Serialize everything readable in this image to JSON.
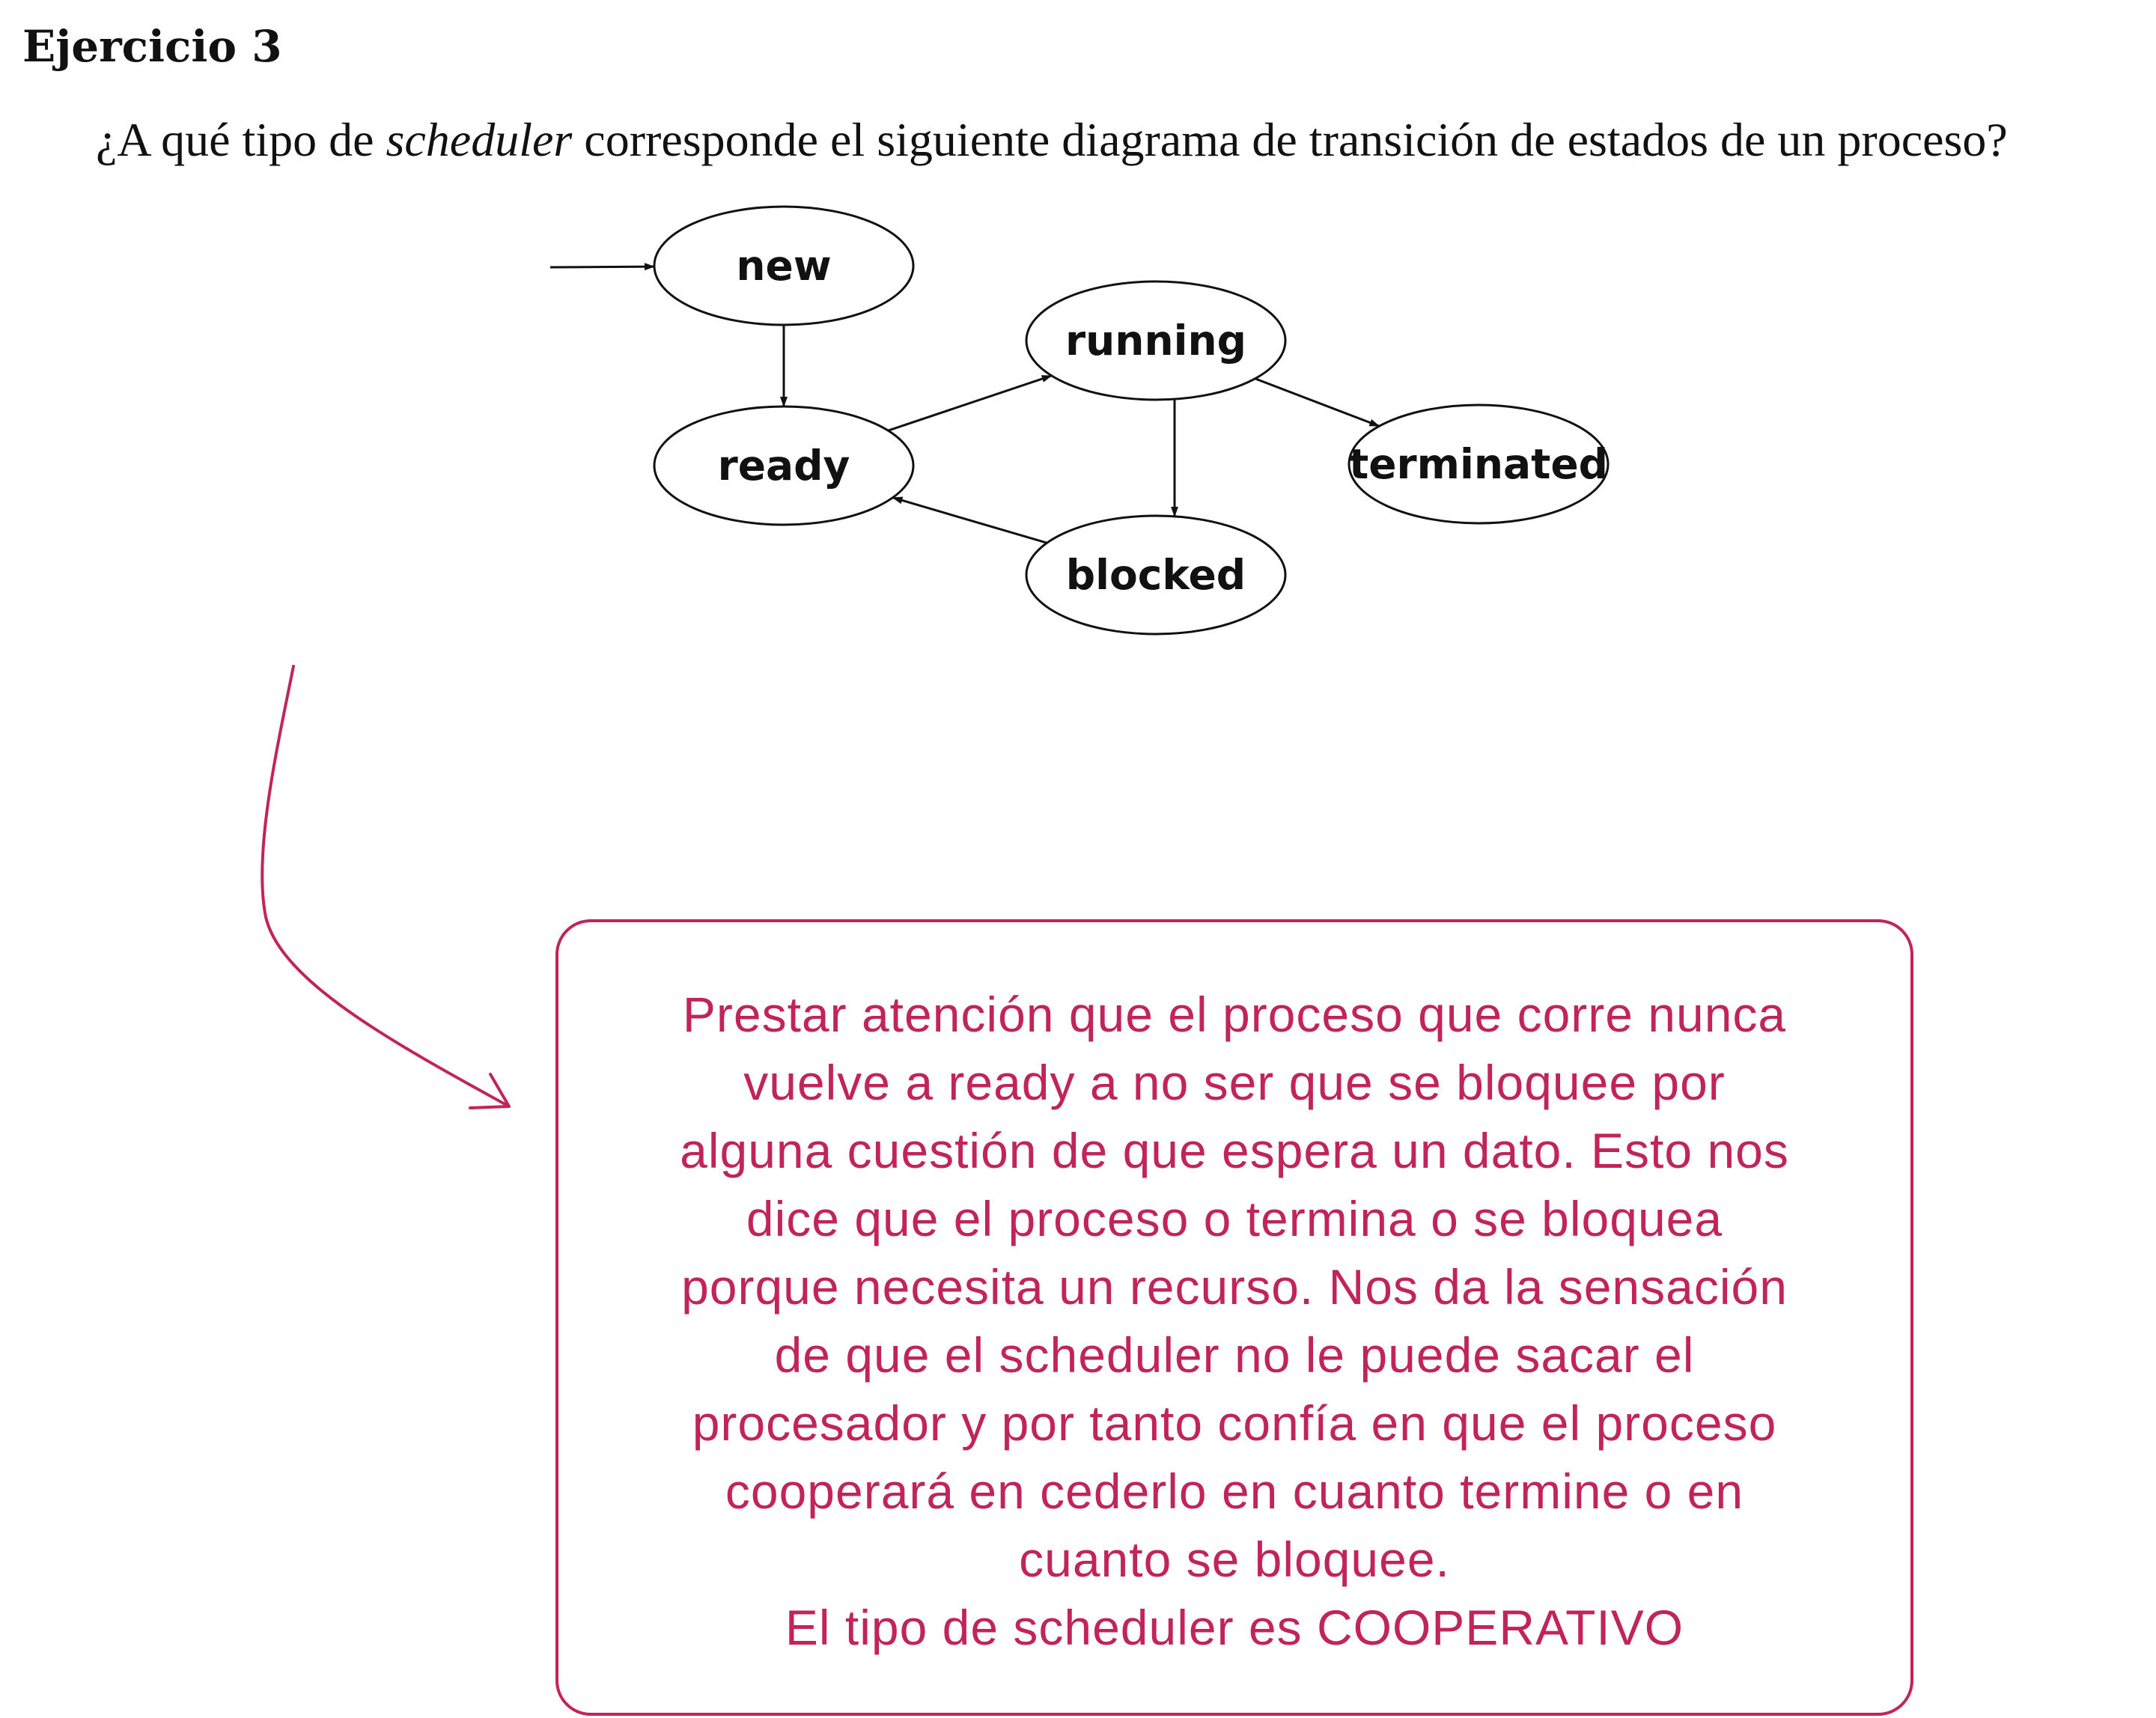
{
  "exercise": {
    "heading": "Ejercicio 3",
    "question_before": "¿A qué tipo de ",
    "question_emphasis": "scheduler",
    "question_after": " corresponde el siguiente diagrama de transición de estados de un proceso?"
  },
  "diagram": {
    "nodes": [
      {
        "id": "new",
        "label": "new"
      },
      {
        "id": "running",
        "label": "running"
      },
      {
        "id": "ready",
        "label": "ready"
      },
      {
        "id": "terminated",
        "label": "terminated"
      },
      {
        "id": "blocked",
        "label": "blocked"
      }
    ],
    "edges": [
      {
        "from": "start",
        "to": "new"
      },
      {
        "from": "new",
        "to": "ready"
      },
      {
        "from": "ready",
        "to": "running"
      },
      {
        "from": "running",
        "to": "terminated"
      },
      {
        "from": "running",
        "to": "blocked"
      },
      {
        "from": "blocked",
        "to": "ready"
      }
    ]
  },
  "annotation": {
    "color": "#c0245a",
    "lines": [
      "Prestar atención que el proceso que corre nunca",
      "vuelve a ready a no ser que se bloquee por",
      "alguna cuestión de que espera un dato. Esto nos",
      "dice que el proceso o termina o se bloquea",
      "porque necesita un recurso. Nos da la sensación",
      "de que el scheduler no le puede sacar el",
      "procesador y por tanto confía en que el proceso",
      "cooperará en cederlo en cuanto termine o en",
      "cuanto se bloquee.",
      "El tipo de scheduler es COOPERATIVO"
    ]
  }
}
